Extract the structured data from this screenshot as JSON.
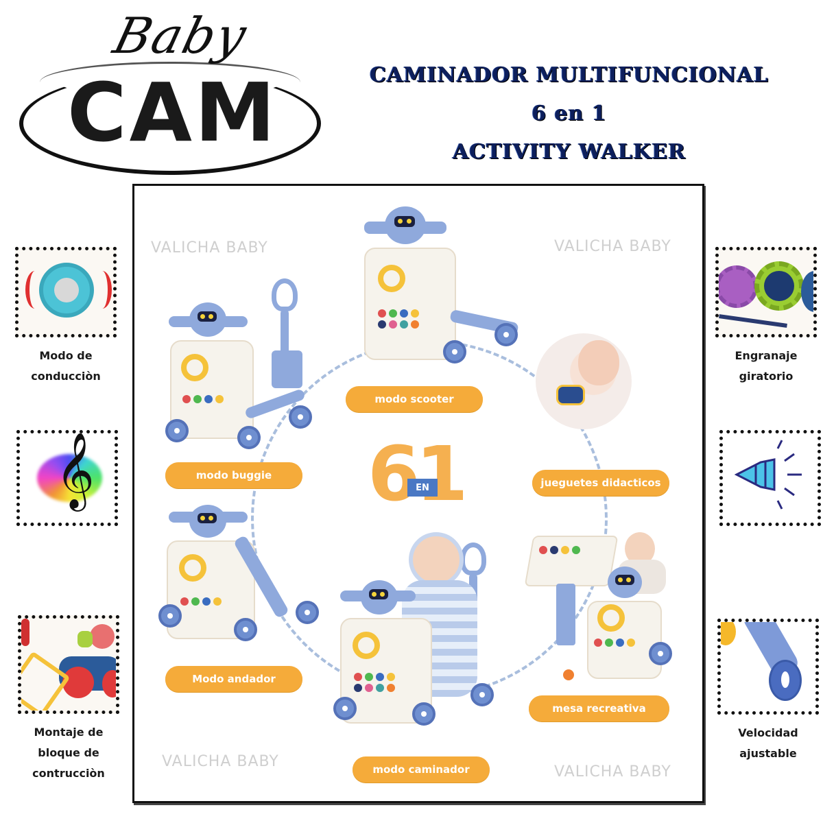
{
  "logo": {
    "script_text": "Baby",
    "main_text": "CAM"
  },
  "title": {
    "line1": "CAMINADOR  MULTIFUNCIONAL",
    "line2": "6 en 1",
    "line3": "ACTIVITY WALKER",
    "color": "#0d1f5c"
  },
  "panel": {
    "watermarks": [
      "VALICHA BABY",
      "VALICHA BABY",
      "VALICHA BABY",
      "VALICHA BABY"
    ],
    "center_badge": {
      "digit_left": "6",
      "digit_right": "1",
      "badge_text": "EN"
    },
    "modes": [
      {
        "id": "scooter",
        "label": "modo scooter"
      },
      {
        "id": "buggie",
        "label": "modo buggie"
      },
      {
        "id": "didacticos",
        "label": "jueguetes didacticos"
      },
      {
        "id": "andador",
        "label": "Modo andador"
      },
      {
        "id": "mesa",
        "label": "mesa recreativa"
      },
      {
        "id": "caminador",
        "label": "modo caminador"
      }
    ],
    "pill_color": "#f5ab3a",
    "accent_blue": "#8fa9dc"
  },
  "features_left": [
    {
      "icon": "steering-wheel-icon",
      "label_lines": [
        "Modo de",
        "conducciòn"
      ]
    },
    {
      "icon": "music-note-icon",
      "label_lines": []
    },
    {
      "icon": "building-block-icon",
      "label_lines": [
        "Montaje de",
        "bloque de",
        "contrucciòn"
      ]
    }
  ],
  "features_right": [
    {
      "icon": "gear-icon",
      "label_lines": [
        "Engranaje",
        "giratorio"
      ]
    },
    {
      "icon": "speaker-icon",
      "label_lines": []
    },
    {
      "icon": "wheel-speed-icon",
      "label_lines": [
        "Velocidad",
        "ajustable"
      ]
    }
  ]
}
